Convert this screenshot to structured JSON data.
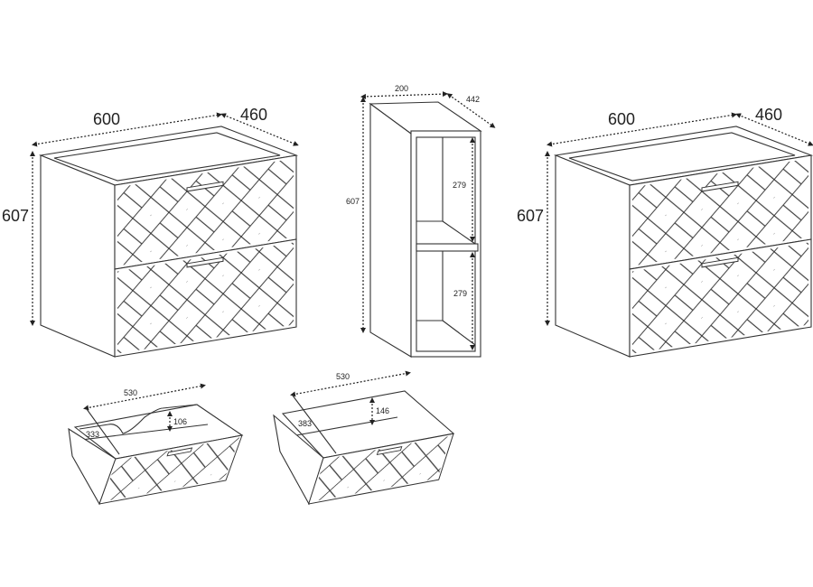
{
  "left_cabinet": {
    "width": "600",
    "depth": "460",
    "height": "607"
  },
  "shelf_unit": {
    "width": "200",
    "depth": "442",
    "height": "607",
    "upper_compartment": "279",
    "lower_compartment": "279"
  },
  "right_cabinet": {
    "width": "600",
    "depth": "460",
    "height": "607"
  },
  "upper_drawer": {
    "width": "530",
    "depth": "333",
    "height": "106"
  },
  "lower_drawer": {
    "width": "530",
    "depth": "383",
    "height": "146"
  },
  "colors": {
    "line": "#333333",
    "background": "#ffffff"
  }
}
